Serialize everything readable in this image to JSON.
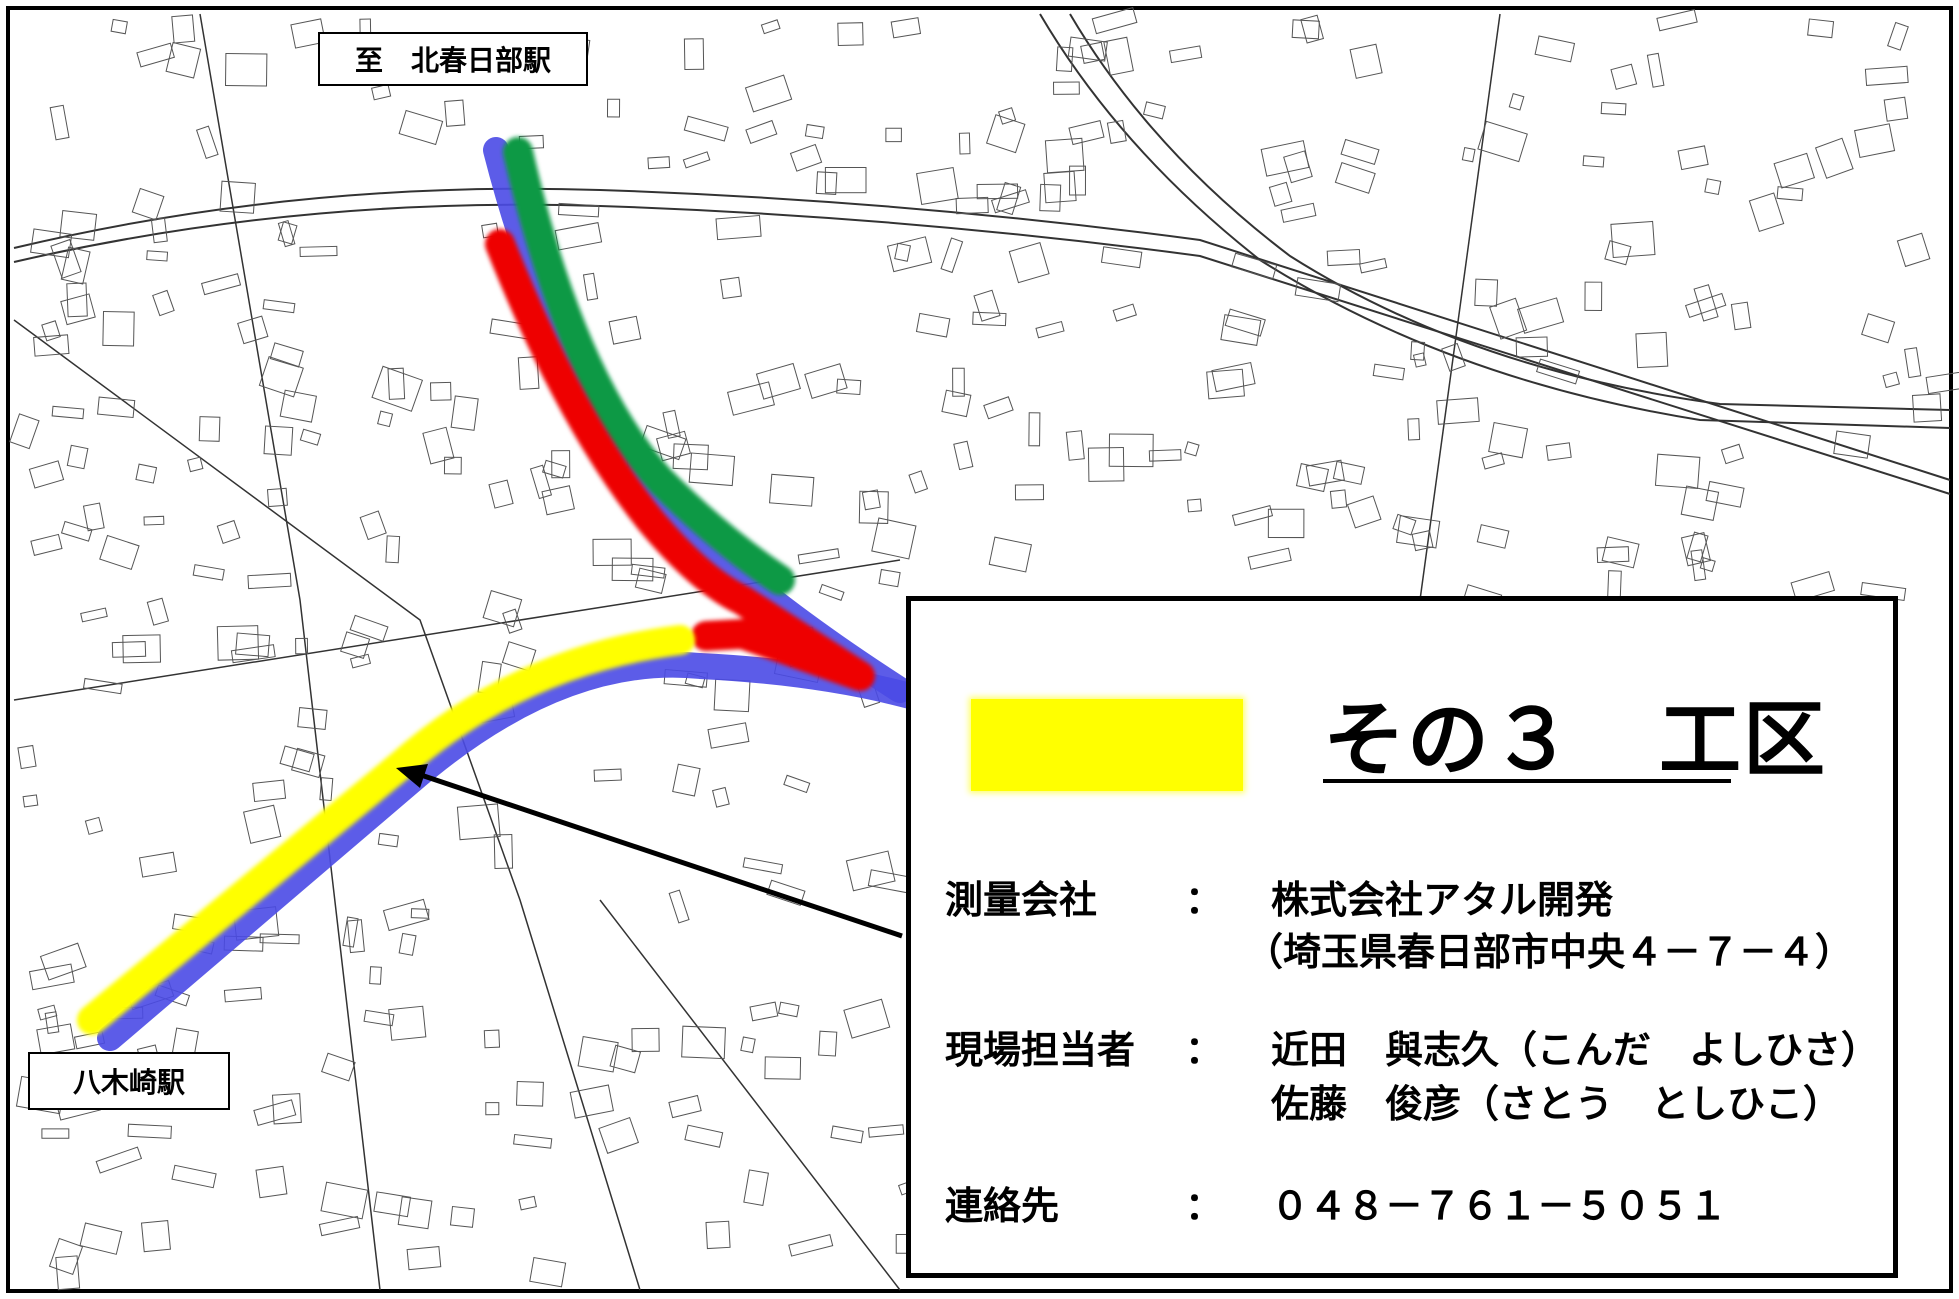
{
  "map": {
    "stations": {
      "north": "至　北春日部駅",
      "yagisaki": "八木崎駅"
    },
    "route_colors": {
      "base_road": "#4a4ae6",
      "green_segment": "#119944",
      "red_segment": "#ee0000",
      "yellow_segment": "#ffff00"
    }
  },
  "legend": {
    "swatch_color": "#ffff00",
    "section_title": "その３　工区"
  },
  "info": {
    "company_label": "測量会社",
    "colon": "：",
    "company_name": "株式会社アタル開発",
    "company_address": "（埼玉県春日部市中央４－７－４）",
    "staff_label": "現場担当者",
    "staff_1": "近田　與志久（こんだ　よしひさ）",
    "staff_2": "佐藤　俊彦（さとう　としひこ）",
    "contact_label": "連絡先",
    "contact_phone": "０４８－７６１－５０５１"
  }
}
